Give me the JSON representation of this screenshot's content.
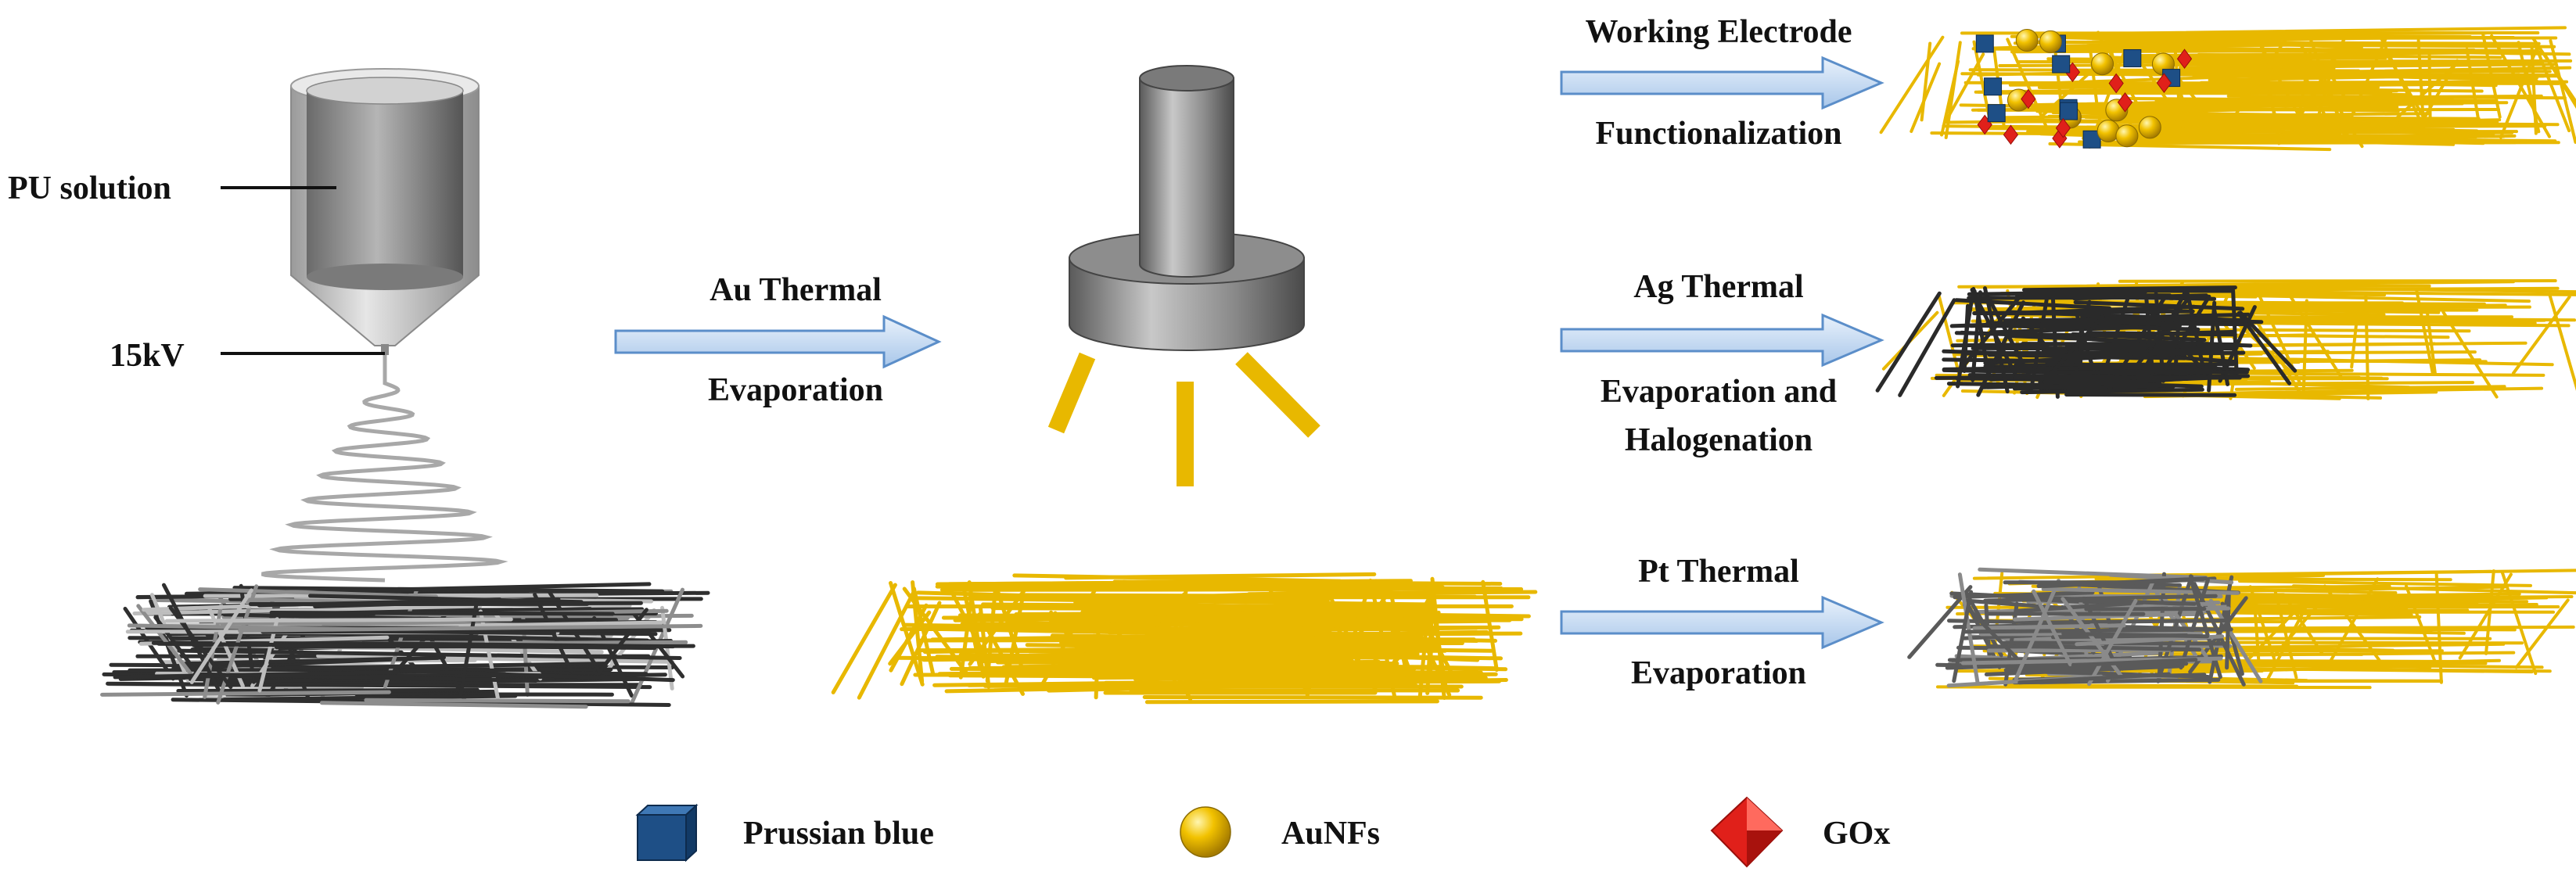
{
  "spinner": {
    "solution_label": "PU solution",
    "voltage_label": "15kV"
  },
  "step_au": {
    "line1": "Au Thermal",
    "line2": "Evaporation"
  },
  "step_we": {
    "line1": "Working Electrode",
    "line2": "Functionalization"
  },
  "step_ag": {
    "line1": "Ag Thermal",
    "line2": "Evaporation and",
    "line3": "Halogenation"
  },
  "step_pt": {
    "line1": "Pt Thermal",
    "line2": "Evaporation"
  },
  "legend": [
    {
      "label": "Prussian blue",
      "icon": "cube-icon",
      "color": "#1e4f86"
    },
    {
      "label": "AuNFs",
      "icon": "sphere-icon",
      "color": "#f2c200"
    },
    {
      "label": "GOx",
      "icon": "diamond-icon",
      "color": "#e0201a"
    }
  ],
  "colors": {
    "gold": "#e8b800",
    "silver": "#cfcfcf",
    "dark": "#2a2a2a",
    "platinum": "#7a7a7a",
    "arrow_fill": "#c9def3",
    "arrow_stroke": "#5b8ec9"
  }
}
